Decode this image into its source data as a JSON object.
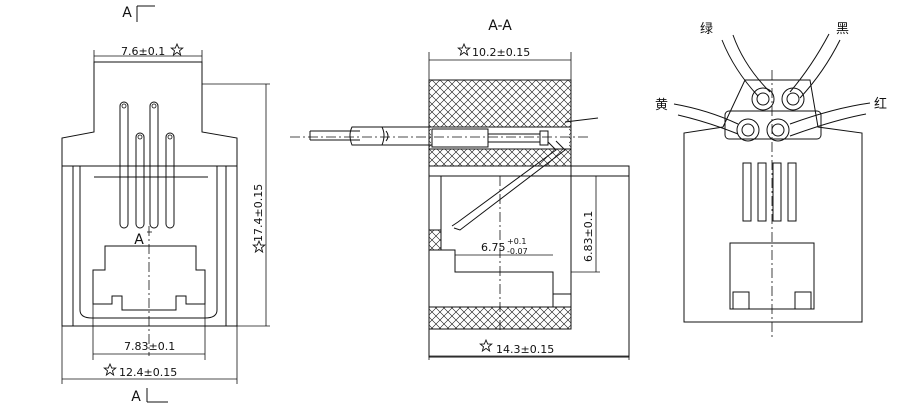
{
  "front_view": {
    "top_width": "7.6",
    "top_width_tol": "±0.1",
    "height": "17.4",
    "height_tol": "±0.15",
    "bottom_inner": "7.83",
    "bottom_inner_tol": "±0.1",
    "bottom_outer": "12.4",
    "bottom_outer_tol": "±0.15",
    "section_mark_top": "A",
    "section_mark_bottom": "A",
    "section_mark_mid": "A"
  },
  "section_view": {
    "title": "A-A",
    "top_width": "10.2",
    "top_width_tol": "±0.15",
    "inner_width": "6.75",
    "inner_width_tol_upper": "+0.1",
    "inner_width_tol_lower": "-0.07",
    "inner_height": "6.83",
    "inner_height_tol": "±0.1",
    "bottom_width": "14.3",
    "bottom_width_tol": "±0.15"
  },
  "wiring_view": {
    "wire_green": "绿",
    "wire_black": "黑",
    "wire_yellow": "黄",
    "wire_red": "红"
  }
}
